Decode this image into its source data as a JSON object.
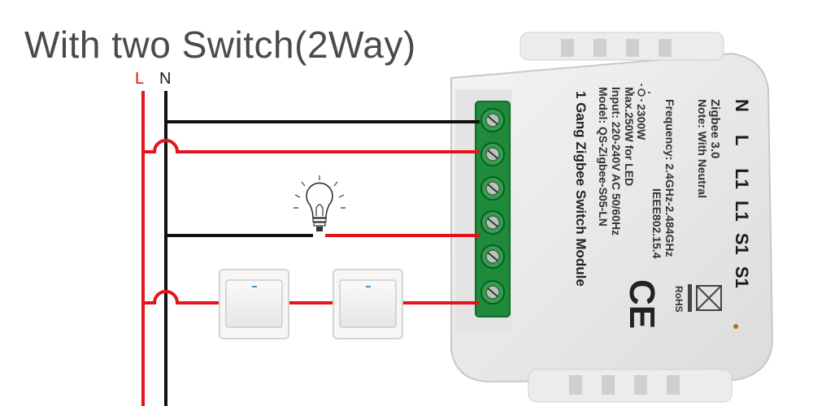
{
  "title": "With two Switch(2Way)",
  "wires": {
    "live_label": "L",
    "neutral_label": "N",
    "live_color": "#e3141b",
    "neutral_color": "#111111"
  },
  "module": {
    "name": "1 Gang Zigbee Switch Module",
    "model": "Model: QS-Zigbee-S05-LN",
    "input": "Input: 220-240V AC 50/60Hz",
    "max": "Max.250W for LED",
    "max2": "2300W",
    "frequency": "Frequency: 2.4GHz-2.484GHz",
    "ieee": "IEEE802.15.4",
    "zigbee": "Zigbee 3.0",
    "note": "Note: With Neutral",
    "ce": "CE",
    "rohs": "RoHS",
    "terminal_labels": [
      "N",
      "L",
      "L1",
      "L1",
      "S1",
      "S1"
    ],
    "terminal_color": "#1e8a3a"
  },
  "icons": [
    "light-bulb-icon",
    "weee-bin-icon",
    "ce-mark-icon",
    "sun-icon"
  ]
}
